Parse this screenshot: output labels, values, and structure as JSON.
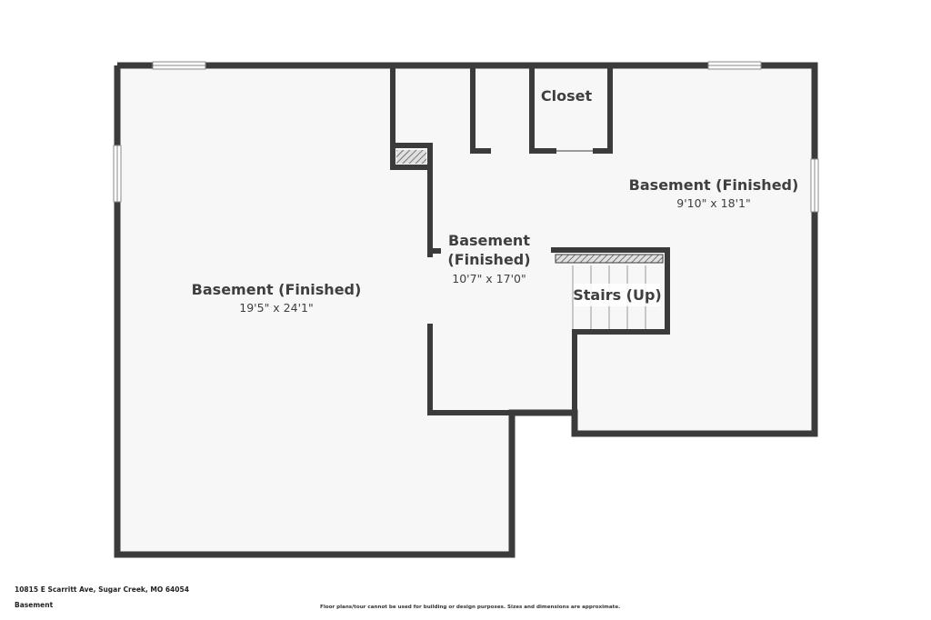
{
  "rooms": [
    {
      "name": "Basement (Finished)",
      "dims": "19'5\" x 24'1\""
    },
    {
      "name_line1": "Basement",
      "name_line2": "(Finished)",
      "dims": "10'7\" x 17'0\""
    },
    {
      "name": "Basement (Finished)",
      "dims": "9'10\" x 18'1\""
    },
    {
      "name": "Closet"
    },
    {
      "name": "Stairs (Up)"
    }
  ],
  "footer": {
    "address": "10815 E Scarritt Ave, Sugar Creek, MO 64054",
    "level": "Basement",
    "disclaimer": "Floor plans/tour cannot be used for building or design purposes. Sizes and dimensions are approximate."
  },
  "colors": {
    "wall": "#3b3b3b",
    "floor": "#f7f7f7",
    "text": "#3f3f3f"
  }
}
